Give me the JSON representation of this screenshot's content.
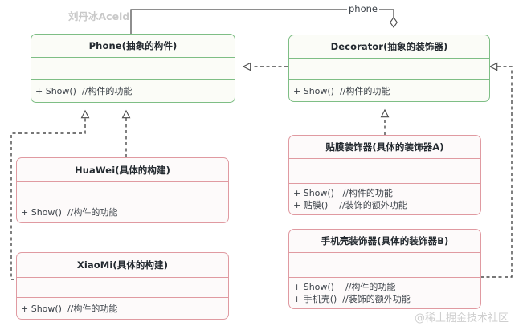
{
  "diagram": {
    "kind": "uml-class-diagram",
    "title_pattern": "Decorator Pattern",
    "colors": {
      "abstract_border": "#7ebe85",
      "concrete_border": "#e09aa1",
      "box_fill": "#fbfcf7",
      "line": "#4a4a4a",
      "text": "#23292f",
      "watermark": "#c9c9c9"
    }
  },
  "watermarks": {
    "top_left": "刘丹冰Aceld",
    "bottom_right": "@稀土掘金技术社区"
  },
  "edges": {
    "aggregation_label": "phone"
  },
  "classes": {
    "phone": {
      "name": "Phone(抽象的构件)",
      "attributes": [],
      "operations": [
        "+ Show()  //构件的功能"
      ]
    },
    "decorator": {
      "name": "Decorator(抽象的装饰器)",
      "attributes": [],
      "operations": [
        "+ Show()  //构件的功能"
      ]
    },
    "huawei": {
      "name": "HuaWei(具体的构建)",
      "attributes": [],
      "operations": [
        "+ Show()  //构件的功能"
      ]
    },
    "xiaomi": {
      "name": "XiaoMi(具体的构建)",
      "attributes": [],
      "operations": [
        "+ Show()  //构件的功能"
      ]
    },
    "film_decorator": {
      "name": "贴膜装饰器(具体的装饰器A)",
      "attributes": [],
      "operations": [
        "+ Show()   //构件的功能",
        "+ 贴膜()    //装饰的额外功能"
      ]
    },
    "case_decorator": {
      "name": "手机壳装饰器(具体的装饰器B)",
      "attributes": [],
      "operations": [
        "+ Show()    //构件的功能",
        "+ 手机壳()  //装饰的额外功能"
      ]
    }
  }
}
